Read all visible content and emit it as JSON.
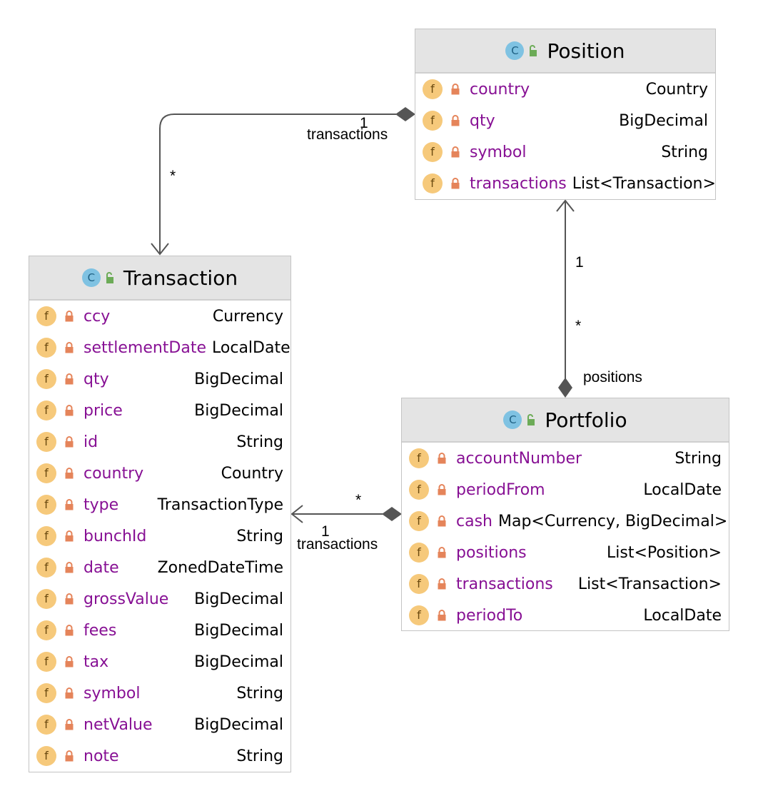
{
  "classes": {
    "position": {
      "name": "Position",
      "fields": [
        {
          "name": "country",
          "type": "Country"
        },
        {
          "name": "qty",
          "type": "BigDecimal"
        },
        {
          "name": "symbol",
          "type": "String"
        },
        {
          "name": "transactions",
          "type": "List<Transaction>"
        }
      ]
    },
    "transaction": {
      "name": "Transaction",
      "fields": [
        {
          "name": "ccy",
          "type": "Currency"
        },
        {
          "name": "settlementDate",
          "type": "LocalDate"
        },
        {
          "name": "qty",
          "type": "BigDecimal"
        },
        {
          "name": "price",
          "type": "BigDecimal"
        },
        {
          "name": "id",
          "type": "String"
        },
        {
          "name": "country",
          "type": "Country"
        },
        {
          "name": "type",
          "type": "TransactionType"
        },
        {
          "name": "bunchId",
          "type": "String"
        },
        {
          "name": "date",
          "type": "ZonedDateTime"
        },
        {
          "name": "grossValue",
          "type": "BigDecimal"
        },
        {
          "name": "fees",
          "type": "BigDecimal"
        },
        {
          "name": "tax",
          "type": "BigDecimal"
        },
        {
          "name": "symbol",
          "type": "String"
        },
        {
          "name": "netValue",
          "type": "BigDecimal"
        },
        {
          "name": "note",
          "type": "String"
        }
      ]
    },
    "portfolio": {
      "name": "Portfolio",
      "fields": [
        {
          "name": "accountNumber",
          "type": "String"
        },
        {
          "name": "periodFrom",
          "type": "LocalDate"
        },
        {
          "name": "cash",
          "type": "Map<Currency, BigDecimal>"
        },
        {
          "name": "positions",
          "type": "List<Position>"
        },
        {
          "name": "transactions",
          "type": "List<Transaction>"
        },
        {
          "name": "periodTo",
          "type": "LocalDate"
        }
      ]
    }
  },
  "icons": {
    "class_letter": "C",
    "field_letter": "f",
    "class_icon": "class-icon",
    "field_icon": "field-icon",
    "visibility_icon": "public-unlock-icon",
    "private_icon": "private-lock-icon"
  },
  "relations": {
    "position_transactions": {
      "role": "transactions",
      "source_mult": "1",
      "target_mult": "*"
    },
    "portfolio_positions": {
      "role": "positions",
      "source_mult": "*",
      "target_mult": "1"
    },
    "portfolio_transactions": {
      "role": "transactions",
      "source_mult": "1",
      "target_mult": "*"
    }
  },
  "colors": {
    "header_bg": "#e4e4e4",
    "field_name": "#871094",
    "field_icon_bg": "#f6c97b",
    "class_icon_bg": "#7fc2e2",
    "lock": "#e5845a",
    "unlock": "#6cab57",
    "wire": "#555555"
  }
}
